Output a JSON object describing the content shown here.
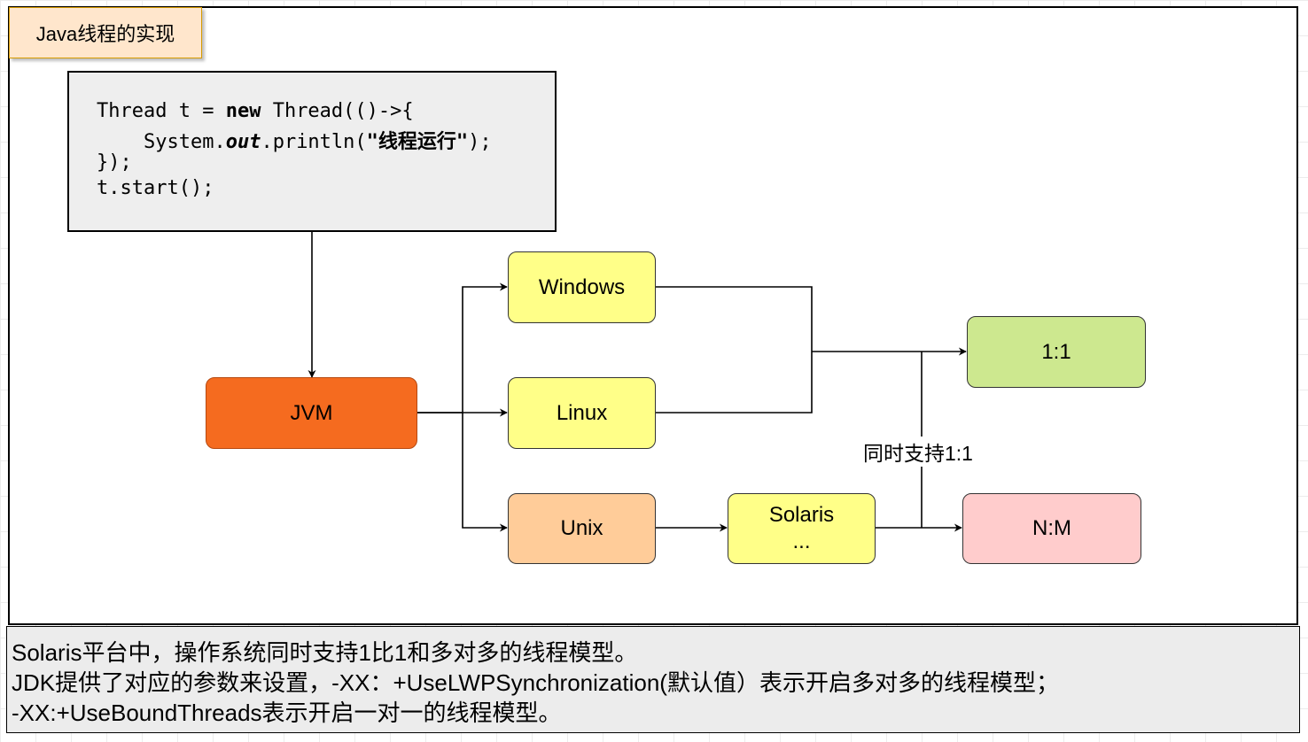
{
  "title": "Java线程的实现",
  "code": {
    "line1_pre": "Thread t = ",
    "line1_kw": "new",
    "line1_post": " Thread(()->{",
    "line2_pre": "    System.",
    "line2_field": "out",
    "line2_mid": ".println(",
    "line2_str": "\"线程运行\"",
    "line2_post": ");",
    "line3": "});",
    "line4": "t.start();"
  },
  "nodes": {
    "jvm": "JVM",
    "windows": "Windows",
    "linux": "Linux",
    "unix": "Unix",
    "solaris_line1": "Solaris",
    "solaris_line2": "...",
    "one_to_one": "1:1",
    "n_to_m": "N:M"
  },
  "edge_label": "同时支持1:1",
  "colors": {
    "jvm_fill": "#f56b1f",
    "os_fill": "#ffff88",
    "unix_fill": "#ffcc99",
    "one_to_one_fill": "#cde88f",
    "n_to_m_fill": "#ffcccc"
  },
  "note": {
    "line1": "Solaris平台中，操作系统同时支持1比1和多对多的线程模型。",
    "line2": "JDK提供了对应的参数来设置，-XX：+UseLWPSynchronization(默认值）表示开启多对多的线程模型；",
    "line3": "-XX:+UseBoundThreads表示开启一对一的线程模型。"
  }
}
